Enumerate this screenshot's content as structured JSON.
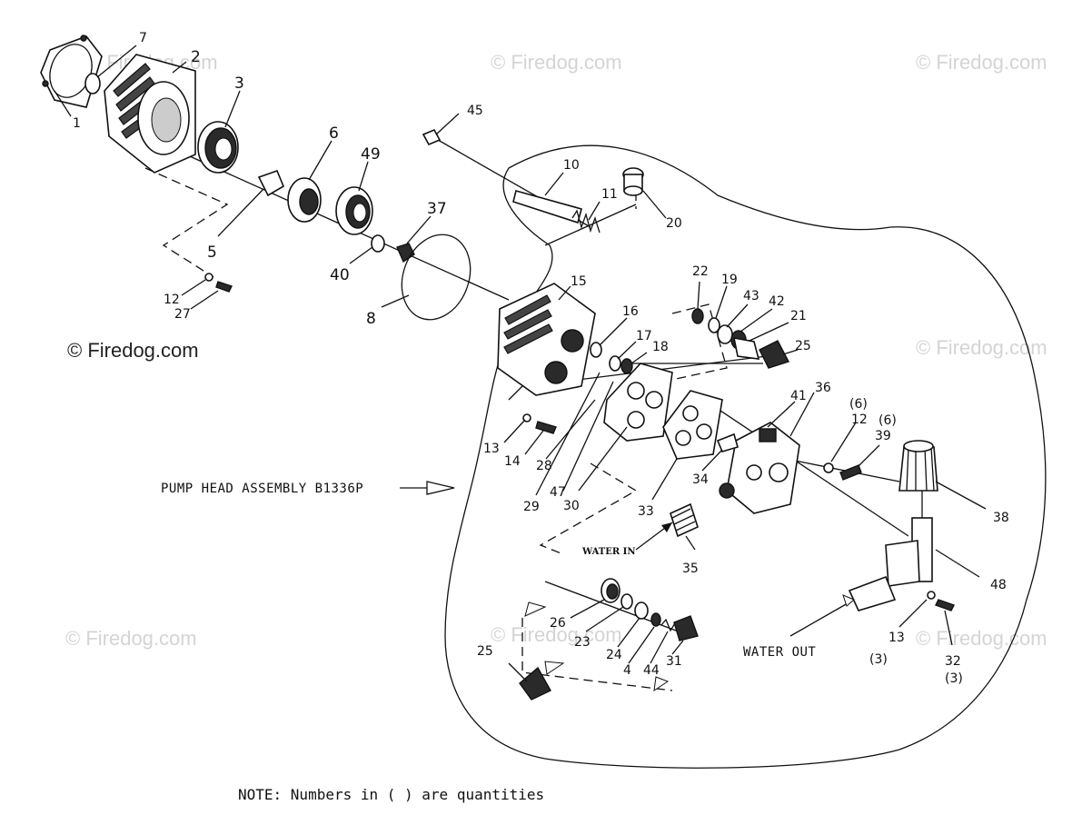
{
  "watermark": "© Firedog.com",
  "assembly_label": "PUMP HEAD ASSEMBLY B1336P",
  "water_in": "WATER IN",
  "water_out": "WATER OUT",
  "note": "NOTE: Numbers in (  ) are quantities",
  "callouts": {
    "c1": "1",
    "c7": "7",
    "c2": "2",
    "c3": "3",
    "c6": "6",
    "c49": "49",
    "c45": "45",
    "c10": "10",
    "c11": "11",
    "c20": "20",
    "c37": "37",
    "c5": "5",
    "c40": "40",
    "c8": "8",
    "c12a": "12",
    "c27": "27",
    "c15": "15",
    "c16": "16",
    "c17": "17",
    "c18": "18",
    "c22": "22",
    "c19": "19",
    "c43": "43",
    "c42": "42",
    "c21": "21",
    "c25a": "25",
    "c41": "41",
    "c36": "36",
    "q6a": "(6)",
    "c12b": "12",
    "q6b": "(6)",
    "c39": "39",
    "c13a": "13",
    "c14": "14",
    "c28": "28",
    "c47": "47",
    "c29": "29",
    "c30": "30",
    "c33": "33",
    "c34": "34",
    "c35": "35",
    "c38": "38",
    "c48": "48",
    "c26": "26",
    "c23": "23",
    "c24": "24",
    "c4": "4",
    "c44": "44",
    "c31": "31",
    "c25b": "25",
    "c13b": "13",
    "q3a": "(3)",
    "c32": "32",
    "q3b": "(3)"
  }
}
